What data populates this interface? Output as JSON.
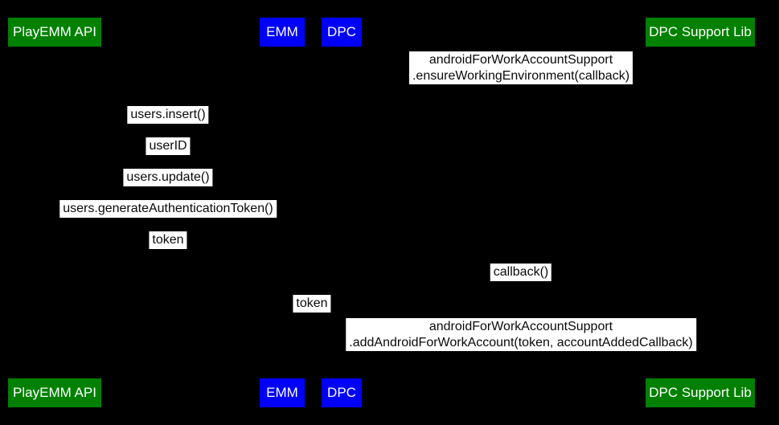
{
  "canvas": {
    "background": "#000000",
    "label_background": "#ffffff",
    "label_text_color": "#0a0a0a",
    "actor_green": "#018001",
    "actor_blue": "#0000fa",
    "actor_text_color": "#ffffff"
  },
  "actors": [
    {
      "label": "PlayEMM API"
    },
    {
      "label": "EMM"
    },
    {
      "label": "DPC"
    },
    {
      "label": "DPC Support Lib"
    }
  ],
  "messages": [
    {
      "lines": [
        "androidForWorkAccountSupport",
        ".ensureWorkingEnvironment(callback)"
      ]
    },
    {
      "lines": [
        "users.insert()"
      ]
    },
    {
      "lines": [
        "userID"
      ]
    },
    {
      "lines": [
        "users.update()"
      ]
    },
    {
      "lines": [
        "users.generateAuthenticationToken()"
      ]
    },
    {
      "lines": [
        "token"
      ]
    },
    {
      "lines": [
        "callback()"
      ]
    },
    {
      "lines": [
        "token"
      ]
    },
    {
      "lines": [
        "androidForWorkAccountSupport",
        ".addAndroidForWorkAccount(token, accountAddedCallback)"
      ]
    }
  ]
}
